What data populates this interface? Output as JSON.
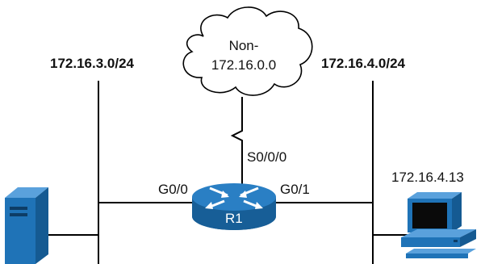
{
  "cloud": {
    "line1": "Non-",
    "line2": "172.16.0.0"
  },
  "subnets": {
    "left": "172.16.3.0/24",
    "right": "172.16.4.0/24"
  },
  "router": {
    "name": "R1",
    "serial_interface": "S0/0/0",
    "left_interface": "G0/0",
    "right_interface": "G0/1"
  },
  "pc": {
    "ip": "172.16.4.13"
  },
  "colors": {
    "router_blue": "#1f73b7",
    "device_blue": "#1f73b7",
    "line": "#000000"
  },
  "icons": {
    "cloud": "cloud-icon",
    "router": "router-icon",
    "server": "server-icon",
    "pc": "pc-icon"
  }
}
